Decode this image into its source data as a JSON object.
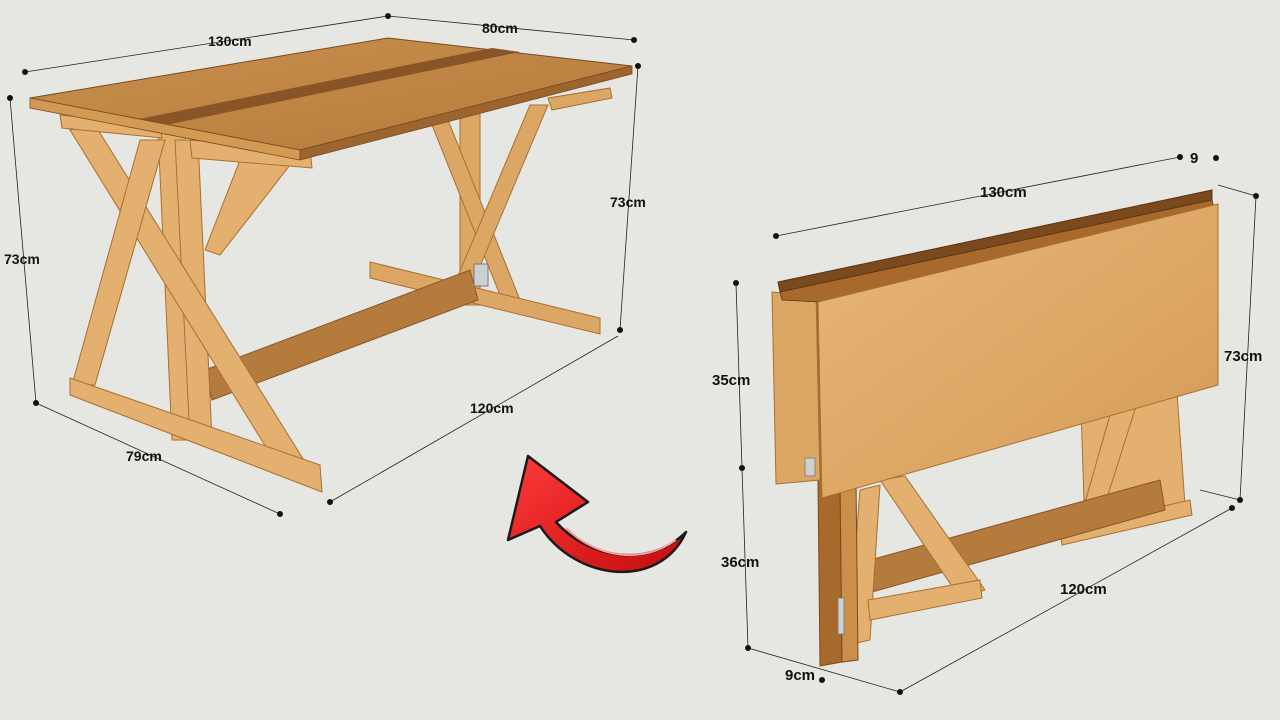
{
  "open_table": {
    "top_length": "130cm",
    "top_depth": "80cm",
    "height_front": "73cm",
    "height_back": "73cm",
    "base_length": "120cm",
    "base_depth": "79cm"
  },
  "folded_table": {
    "top_length": "130cm",
    "thickness_top": "9",
    "height": "73cm",
    "upper_leaf": "35cm",
    "lower_leg": "36cm",
    "base_length": "120cm",
    "base_depth": "9cm"
  },
  "colors": {
    "background": "#e6e6e3",
    "wood_light": "#e3b06f",
    "wood_mid": "#c98f4b",
    "wood_dark": "#8a5526",
    "top_surface": "#bd8444",
    "arrow_red": "#e21b1b"
  }
}
